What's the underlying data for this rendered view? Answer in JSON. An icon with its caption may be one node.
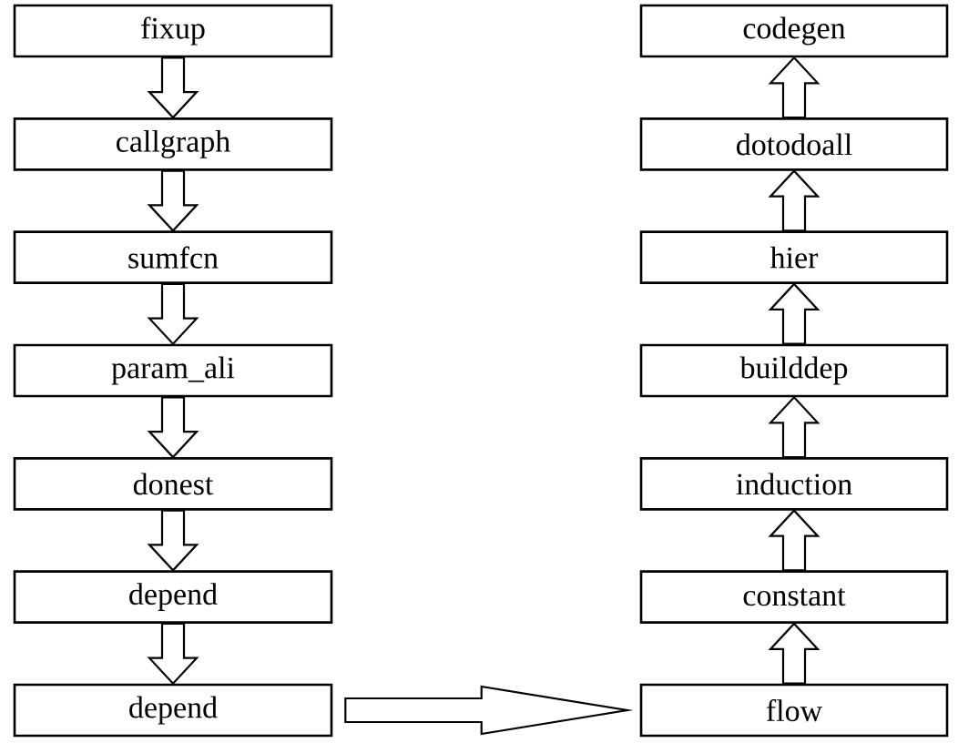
{
  "diagram": {
    "nodes": [
      {
        "text": [
          "fixup"
        ]
      },
      {
        "text": [
          "callgraph"
        ]
      },
      {
        "text": [
          "sumfcn"
        ]
      },
      {
        "text": [
          "param_ali"
        ]
      },
      {
        "text": [
          "donest"
        ]
      },
      {
        "text": [
          "depend"
        ]
      },
      {
        "text": [
          "depend"
        ]
      },
      {
        "text": [
          "codegen"
        ]
      },
      {
        "text": [
          "dotodoall"
        ]
      },
      {
        "text": [
          "hier"
        ]
      },
      {
        "text": [
          "builddep"
        ]
      },
      {
        "text": [
          "induction"
        ]
      },
      {
        "text": [
          "constant"
        ]
      },
      {
        "text": [
          "flow"
        ]
      }
    ],
    "edges": [
      {
        "from": 0,
        "to": 1,
        "arrow": "to"
      },
      {
        "from": 1,
        "to": 2,
        "arrow": "to"
      },
      {
        "from": 2,
        "to": 3,
        "arrow": "to"
      },
      {
        "from": 3,
        "to": 4,
        "arrow": "to"
      },
      {
        "from": 4,
        "to": 5,
        "arrow": "to"
      },
      {
        "from": 5,
        "to": 6,
        "arrow": "to"
      },
      {
        "from": 6,
        "to": 13,
        "arrow": "to"
      },
      {
        "from": 13,
        "to": 12,
        "arrow": "to"
      },
      {
        "from": 12,
        "to": 11,
        "arrow": "to"
      },
      {
        "from": 11,
        "to": 10,
        "arrow": "to"
      },
      {
        "from": 10,
        "to": 9,
        "arrow": "to"
      },
      {
        "from": 9,
        "to": 8,
        "arrow": "to"
      },
      {
        "from": 8,
        "to": 7,
        "arrow": "to"
      }
    ]
  }
}
